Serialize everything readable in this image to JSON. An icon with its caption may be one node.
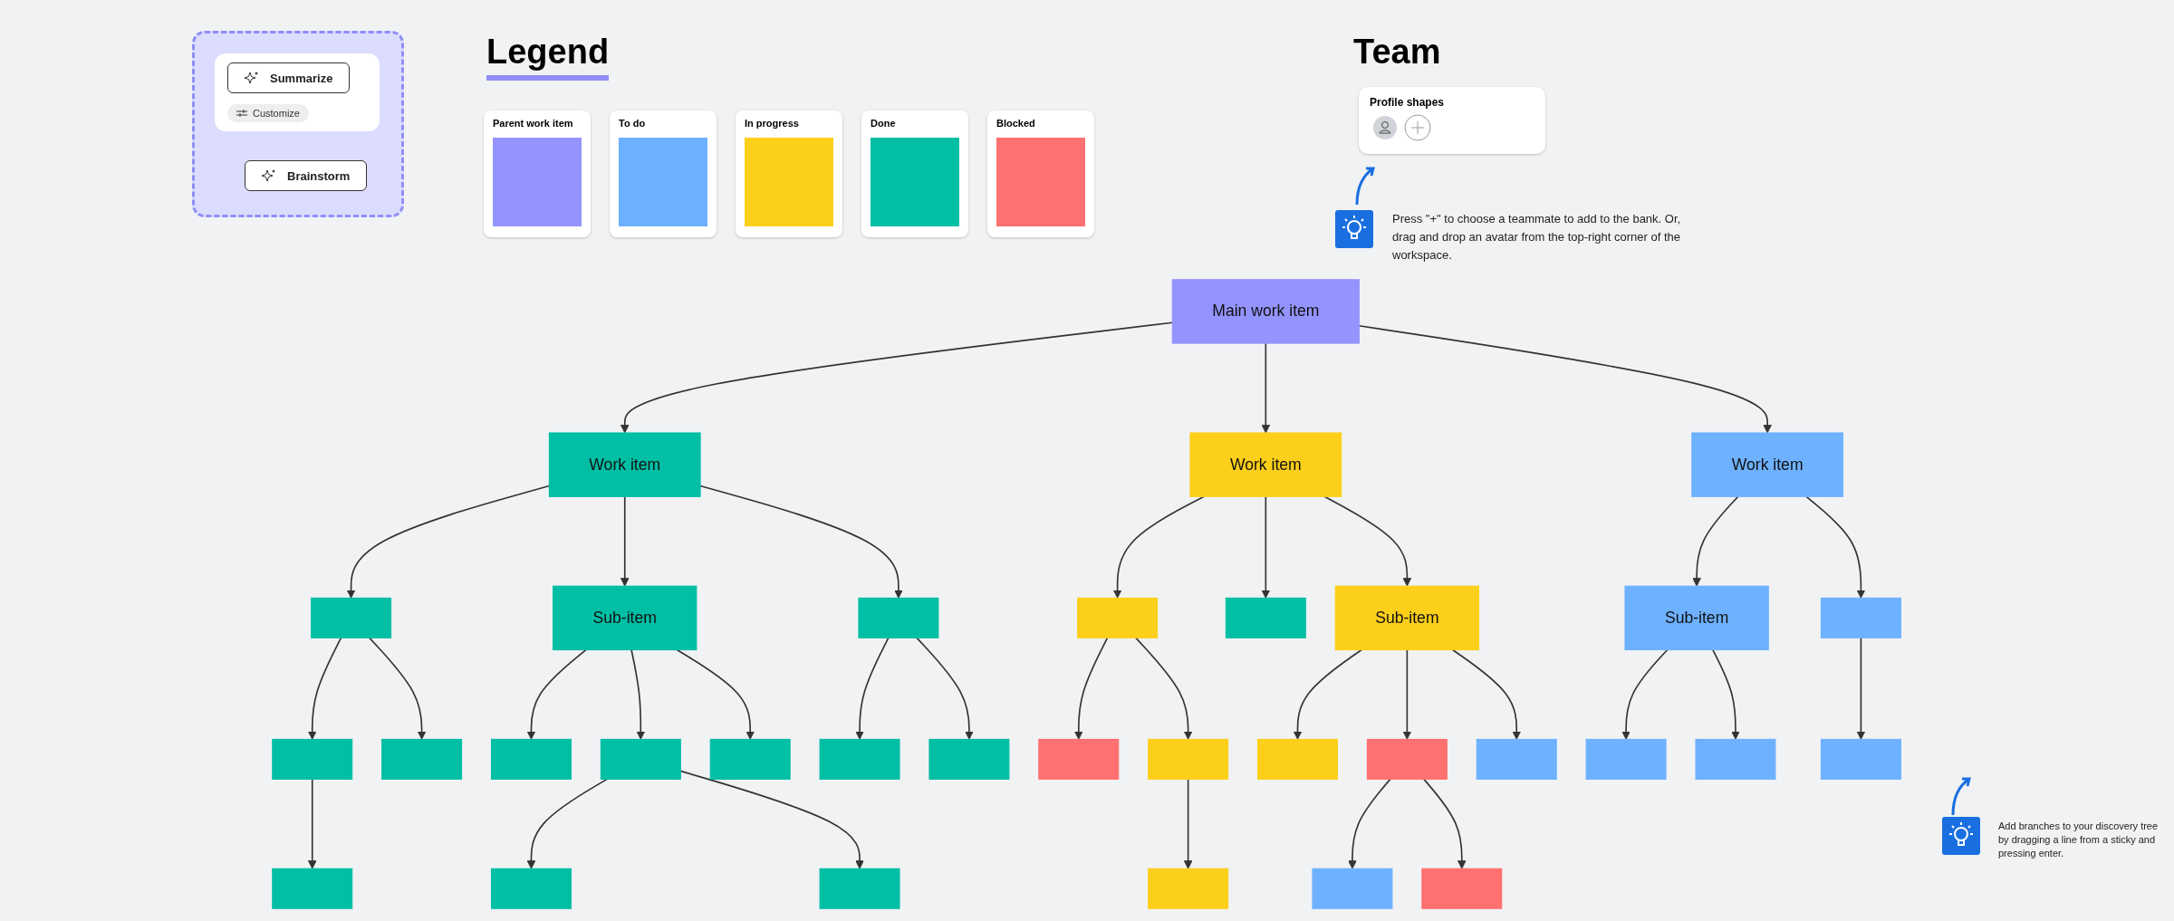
{
  "diagram": {
    "nodes": [
      {
        "text": [
          "Main work item"
        ]
      },
      {
        "text": [
          "Work item"
        ]
      },
      {
        "text": [
          "Work item"
        ]
      },
      {
        "text": [
          "Work item"
        ]
      },
      {
        "text": [],
        "shape": "box"
      },
      {
        "text": [
          "Sub-item"
        ]
      },
      {
        "text": [],
        "shape": "box"
      },
      {
        "text": [],
        "shape": "box"
      },
      {
        "text": [],
        "shape": "box"
      },
      {
        "text": [
          "Sub-item"
        ]
      },
      {
        "text": [
          "Sub-item"
        ]
      },
      {
        "text": [],
        "shape": "box"
      },
      {
        "text": [],
        "shape": "box"
      },
      {
        "text": [],
        "shape": "box"
      },
      {
        "text": [],
        "shape": "box"
      },
      {
        "text": [],
        "shape": "box"
      },
      {
        "text": [],
        "shape": "box"
      },
      {
        "text": [],
        "shape": "box"
      },
      {
        "text": [],
        "shape": "box"
      },
      {
        "text": [],
        "shape": "box"
      },
      {
        "text": [],
        "shape": "box"
      },
      {
        "text": [],
        "shape": "box"
      },
      {
        "text": [],
        "shape": "box"
      },
      {
        "text": [],
        "shape": "box"
      },
      {
        "text": [],
        "shape": "box"
      },
      {
        "text": [],
        "shape": "box"
      },
      {
        "text": [],
        "shape": "box"
      },
      {
        "text": [],
        "shape": "box"
      },
      {
        "text": [],
        "shape": "box"
      },
      {
        "text": [],
        "shape": "box"
      },
      {
        "text": [],
        "shape": "box"
      },
      {
        "text": [],
        "shape": "box"
      },
      {
        "text": [],
        "shape": "box"
      }
    ],
    "edges": [
      {
        "from": 0,
        "to": 1,
        "arrow": "to"
      },
      {
        "from": 0,
        "to": 2,
        "arrow": "to"
      },
      {
        "from": 0,
        "to": 3,
        "arrow": "to"
      },
      {
        "from": 1,
        "to": 4,
        "arrow": "to"
      },
      {
        "from": 1,
        "to": 5,
        "arrow": "to"
      },
      {
        "from": 1,
        "to": 6,
        "arrow": "to"
      },
      {
        "from": 2,
        "to": 7,
        "arrow": "to"
      },
      {
        "from": 2,
        "to": 8,
        "arrow": "to"
      },
      {
        "from": 2,
        "to": 9,
        "arrow": "to"
      },
      {
        "from": 3,
        "to": 10,
        "arrow": "to"
      },
      {
        "from": 3,
        "to": 11,
        "arrow": "to"
      },
      {
        "from": 4,
        "to": 12,
        "arrow": "to"
      },
      {
        "from": 4,
        "to": 13,
        "arrow": "to"
      },
      {
        "from": 5,
        "to": 14,
        "arrow": "to"
      },
      {
        "from": 5,
        "to": 15,
        "arrow": "to"
      },
      {
        "from": 5,
        "to": 16,
        "arrow": "to"
      },
      {
        "from": 6,
        "to": 17,
        "arrow": "to"
      },
      {
        "from": 6,
        "to": 18,
        "arrow": "to"
      },
      {
        "from": 7,
        "to": 19,
        "arrow": "to"
      },
      {
        "from": 7,
        "to": 20,
        "arrow": "to"
      },
      {
        "from": 9,
        "to": 21,
        "arrow": "to"
      },
      {
        "from": 9,
        "to": 22,
        "arrow": "to"
      },
      {
        "from": 9,
        "to": 23,
        "arrow": "to"
      },
      {
        "from": 10,
        "to": 24,
        "arrow": "to"
      },
      {
        "from": 10,
        "to": 25,
        "arrow": "to"
      },
      {
        "from": 11,
        "to": 26,
        "arrow": "to"
      },
      {
        "from": 12,
        "to": 27,
        "arrow": "to"
      },
      {
        "from": 15,
        "to": 28,
        "arrow": "to"
      },
      {
        "from": 15,
        "to": 29,
        "arrow": "to"
      },
      {
        "from": 20,
        "to": 30,
        "arrow": "to"
      },
      {
        "from": 22,
        "to": 31,
        "arrow": "to"
      },
      {
        "from": 22,
        "to": 32,
        "arrow": "to"
      }
    ],
    "labels": [
      "Summarize",
      "Customize",
      "Brainstorm",
      "Legend",
      "Team",
      "Profile shapes",
      "Press \"+\" to choose a teammate to add to the bank. Or, drag and drop an avatar from the top-right corner of the workspace.",
      "Add branches to your discovery tree by dragging a line from a sticky and pressing enter."
    ],
    "legend": [
      {
        "text": "Parent work item",
        "color": "#9494ff"
      },
      {
        "text": "To do",
        "color": "#6cb0ff"
      },
      {
        "text": "In progress",
        "color": "#fccf1a"
      },
      {
        "text": "Done",
        "color": "#00bfa5"
      },
      {
        "text": "Blocked",
        "color": "#ff7070"
      }
    ]
  }
}
